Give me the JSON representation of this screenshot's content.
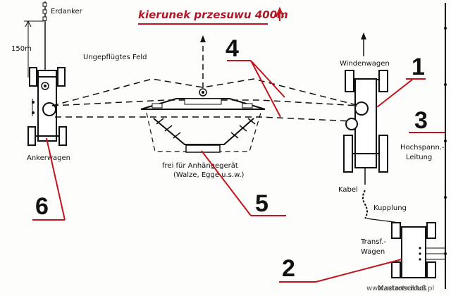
{
  "annotation": {
    "direction_text": "kierunek przesuwu 400m",
    "accent_color": "#c0141e"
  },
  "labels": {
    "erdanker": "Erdanker",
    "dimension": "150m",
    "field": "Ungepflügtes Feld",
    "ankerwagen": "Ankerwagen",
    "windenwagen": "Windenwagen",
    "trailer_line1": "frei für Anhängegerät",
    "trailer_line2": "(Walze, Egge u.s.w.)",
    "hv_line1": "Hochspann.-",
    "hv_line2": "Leitung",
    "kabel": "Kabel",
    "kupplung": "Kupplung",
    "transf_line1": "Transf.-",
    "transf_line2": "Wagen",
    "mast": "Mastanschluß"
  },
  "callouts": {
    "c1": "1",
    "c2": "2",
    "c3": "3",
    "c4": "4",
    "c5": "5",
    "c6": "6"
  },
  "watermark": "www.retrotraktor.pl"
}
